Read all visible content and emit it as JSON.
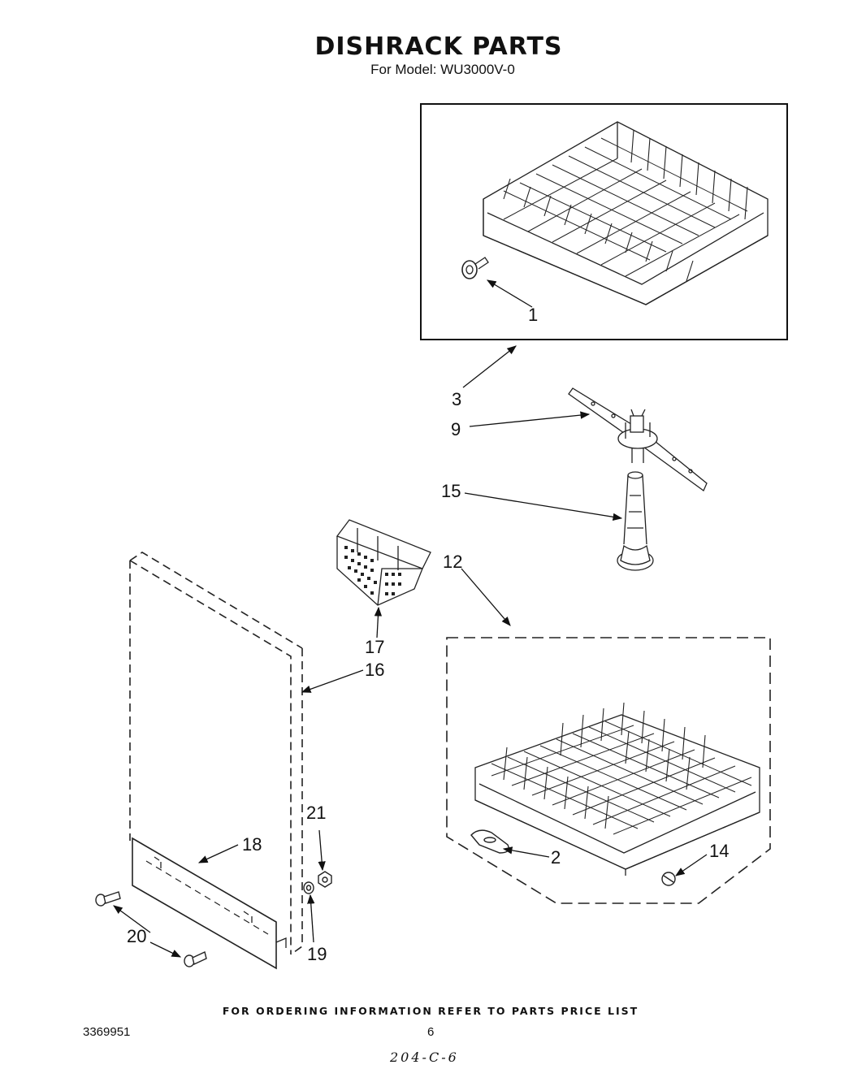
{
  "header": {
    "title": "DISHRACK PARTS",
    "subtitle": "For Model: WU3000V-0"
  },
  "callouts": [
    {
      "id": "upper-rack-bumper",
      "label": "1"
    },
    {
      "id": "upper-dishrack",
      "label": "3"
    },
    {
      "id": "spray-arm",
      "label": "9"
    },
    {
      "id": "spray-tower",
      "label": "15"
    },
    {
      "id": "lower-dishrack",
      "label": "12"
    },
    {
      "id": "silverware-basket",
      "label": "17"
    },
    {
      "id": "panel",
      "label": "16"
    },
    {
      "id": "nut",
      "label": "21"
    },
    {
      "id": "trim-strip",
      "label": "18"
    },
    {
      "id": "washer",
      "label": "19"
    },
    {
      "id": "screws",
      "label": "20"
    },
    {
      "id": "lower-rack-clip",
      "label": "2"
    },
    {
      "id": "lower-rack-roller",
      "label": "14"
    }
  ],
  "footer": {
    "ordering_note": "FOR ORDERING INFORMATION REFER TO PARTS PRICE LIST",
    "document_number": "3369951",
    "page_number": "6",
    "handwritten_note": "204-C-6"
  }
}
